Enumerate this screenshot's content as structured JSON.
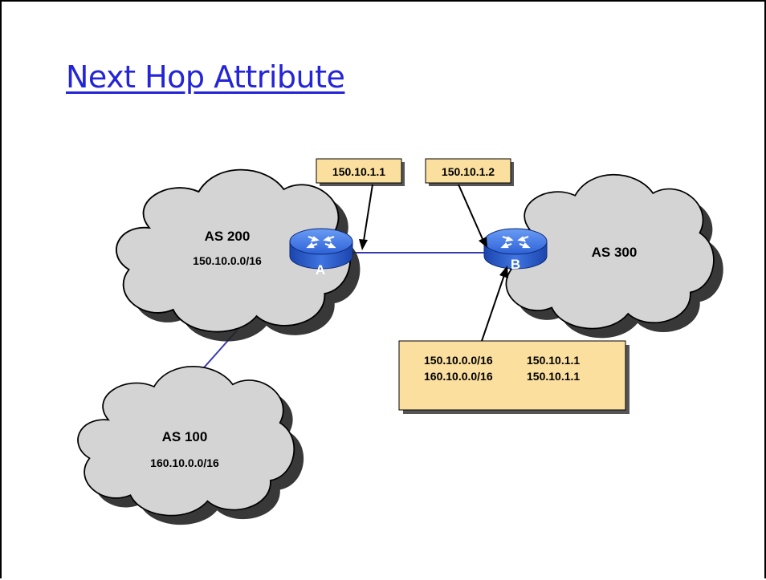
{
  "title": "Next Hop Attribute",
  "clouds": {
    "as200": {
      "name": "AS 200",
      "prefix": "150.10.0.0/16"
    },
    "as300": {
      "name": "AS 300"
    },
    "as100": {
      "name": "AS 100",
      "prefix": "160.10.0.0/16"
    }
  },
  "routers": {
    "a": {
      "label": "A"
    },
    "b": {
      "label": "B"
    }
  },
  "callouts": {
    "router_a_ip": "150.10.1.1",
    "router_b_ip": "150.10.1.2"
  },
  "route_table": {
    "rows": [
      {
        "prefix": "150.10.0.0/16",
        "next_hop": "150.10.1.1"
      },
      {
        "prefix": "160.10.0.0/16",
        "next_hop": "150.10.1.1"
      }
    ]
  },
  "colors": {
    "title": "#2424d8",
    "cloud_fill": "#d4d4d4",
    "link": "#3a3ab0",
    "callout_fill": "#fbdf9f",
    "router": "#2a5fd8"
  }
}
